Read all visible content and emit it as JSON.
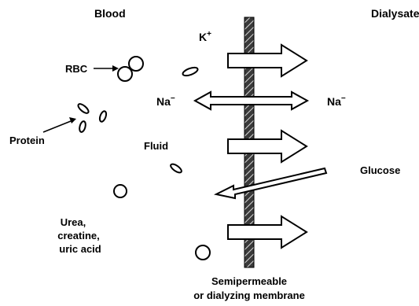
{
  "diagram": {
    "labels": {
      "blood": "Blood",
      "dialysate": "Dialysate",
      "potassium": "K",
      "potassium_sup": "+",
      "rbc": "RBC",
      "sodium_left": "Na",
      "sodium_right": "Na",
      "sodium_sup": "−",
      "protein": "Protein",
      "fluid": "Fluid",
      "glucose": "Glucose",
      "urea_line1": "Urea,",
      "urea_line2": "creatine,",
      "urea_line3": "uric acid",
      "membrane_line1": "Semipermeable",
      "membrane_line2": "or dialyzing membrane"
    },
    "colors": {
      "ink": "#000000",
      "membrane_fill": "#555555",
      "arrow_fill": "#ffffff"
    }
  }
}
